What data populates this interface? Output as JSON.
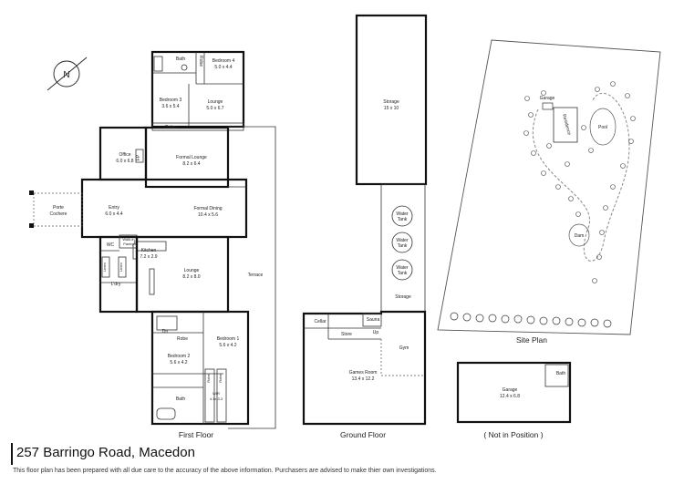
{
  "first_floor": {
    "label": "First Floor",
    "rooms": {
      "bath_top": "Bath",
      "robe_top": "Robe",
      "bedroom4_name": "Bedroom 4",
      "bedroom4_dims": "5.0 x 4.4",
      "bedroom3_name": "Bedroom 3",
      "bedroom3_dims": "3.6 x 5.4",
      "lounge_top_name": "Lounge",
      "lounge_top_dims": "5.0 x 6.7",
      "robe_mid": "Robe",
      "office_name": "Office",
      "office_dims": "6.0 x 6.8",
      "fp": "FP",
      "formal_lounge_name": "Formal Lounge",
      "formal_lounge_dims": "8.2 x 6.4",
      "porte_cochere_1": "Porte",
      "porte_cochere_2": "Cochere",
      "entry_name": "Entry",
      "entry_dims": "6.0 x 4.4",
      "formal_dining_name": "Formal Dining",
      "formal_dining_dims": "10.4 x 5.6",
      "wc": "WC",
      "walkin_1": "Walk-in",
      "walkin_2": "Pantry",
      "kitchen_f": "F",
      "kitchen_name": "Kitchen",
      "kitchen_dims": "7.2 x 2.9",
      "lounge_name": "Lounge",
      "lounge_dims": "8.2 x 8.0",
      "terrace": "Terrace",
      "linen_1": "Linen",
      "linen_2": "Linen",
      "ldry": "L'dry",
      "dn": "Dn",
      "robe_bed1": "Robe",
      "bedroom1_name": "Bedroom 1",
      "bedroom1_dims": "5.6 x 4.2",
      "bedroom2_name": "Bedroom 2",
      "bedroom2_dims": "5.6 x 4.2",
      "robe_v1": "Robe",
      "robe_v2": "Robe",
      "wir_1": "WIR",
      "wir_2": "4.1x 3.3",
      "bath_bottom": "Bath"
    }
  },
  "ground_floor": {
    "label": "Ground Floor",
    "rooms": {
      "storage_top_name": "Storage",
      "storage_top_dims": "15 x 10",
      "water_tank_1a": "Water",
      "water_tank_1b": "Tank",
      "water_tank_2a": "Water",
      "water_tank_2b": "Tank",
      "water_tank_3a": "Water",
      "water_tank_3b": "Tank",
      "storage_mid": "Storage",
      "cellar": "Cellar",
      "sauna": "Sauna",
      "store": "Store",
      "up": "Up",
      "gym": "Gym",
      "games_room_name": "Games Room",
      "games_room_dims": "13.4 x 12.2"
    }
  },
  "site_plan": {
    "label": "Site Plan",
    "labels": {
      "garage": "Garage",
      "residence": "Residence",
      "pool": "Pool",
      "dam": "Dam"
    }
  },
  "garage_plan": {
    "label": "( Not in Position )",
    "rooms": {
      "garage_name": "Garage",
      "garage_dims": "12.4 x 6.8",
      "bath": "Bath"
    }
  },
  "compass": {
    "letter": "N"
  },
  "footer": {
    "address": "257 Barringo Road, Macedon",
    "disclaimer": "This floor plan has been prepared with all due care to the accuracy of the above information. Purchasers are advised to make thier own investigations."
  }
}
